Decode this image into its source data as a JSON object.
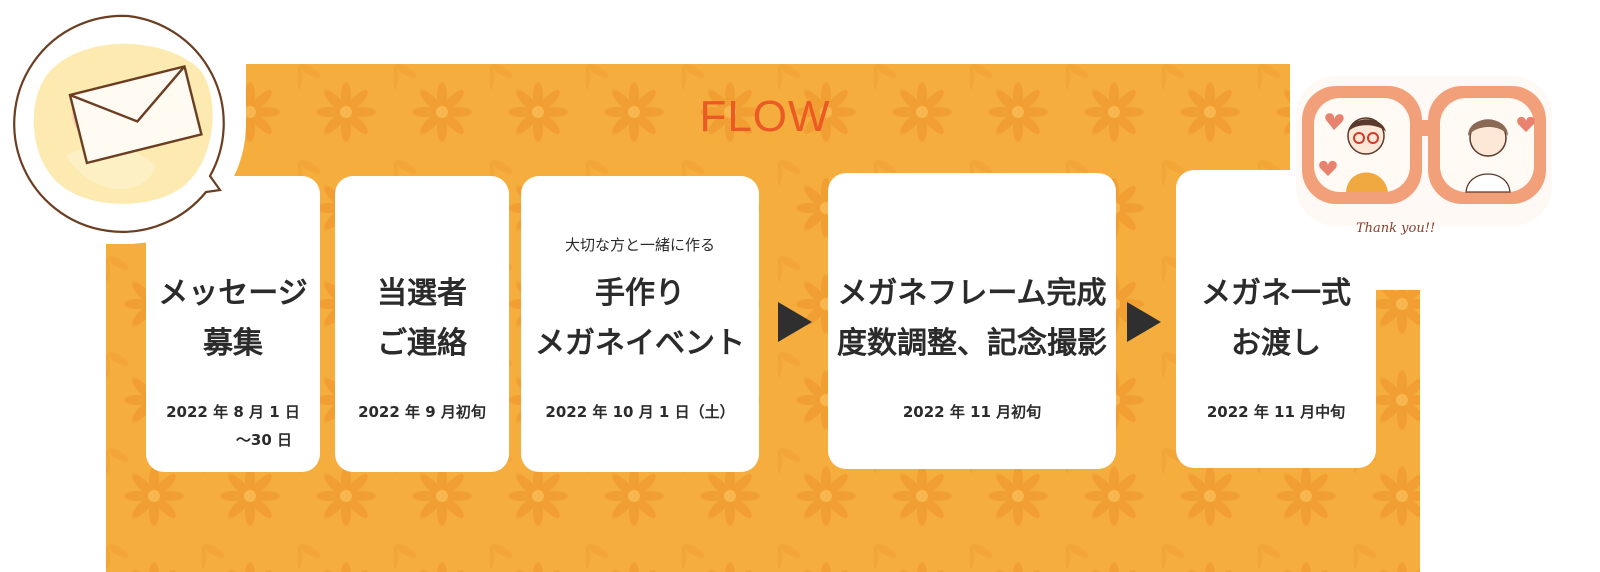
{
  "header": {
    "title": "FLOW"
  },
  "steps": [
    {
      "main_line1": "メッセージ",
      "main_line2": "募集",
      "date_line1": "2022 年 8 月 1 日",
      "date_line2": "～30 日"
    },
    {
      "main_line1": "当選者",
      "main_line2": "ご連絡",
      "date_line1": "2022 年 9 月初旬"
    },
    {
      "sub": "大切な方と一緒に作る",
      "main_line1": "手作り",
      "main_line2": "メガネイベント",
      "date_line1": "2022 年 10 月 1 日（土）"
    },
    {
      "main_line1": "メガネフレーム完成",
      "main_line2": "度数調整、記念撮影",
      "date_line1": "2022 年 11 月初旬"
    },
    {
      "main_line1": "メガネ一式",
      "main_line2": "お渡し",
      "date_line1": "2022 年 11 月中旬"
    }
  ],
  "illustration": {
    "caption": "Thank you!!"
  },
  "colors": {
    "panel": "#f5ad3e",
    "title": "#ec5a24",
    "arrow": "#2f2f2f"
  },
  "icons": [
    "envelope-icon",
    "glasses-illustration",
    "arrow-right-icon"
  ]
}
